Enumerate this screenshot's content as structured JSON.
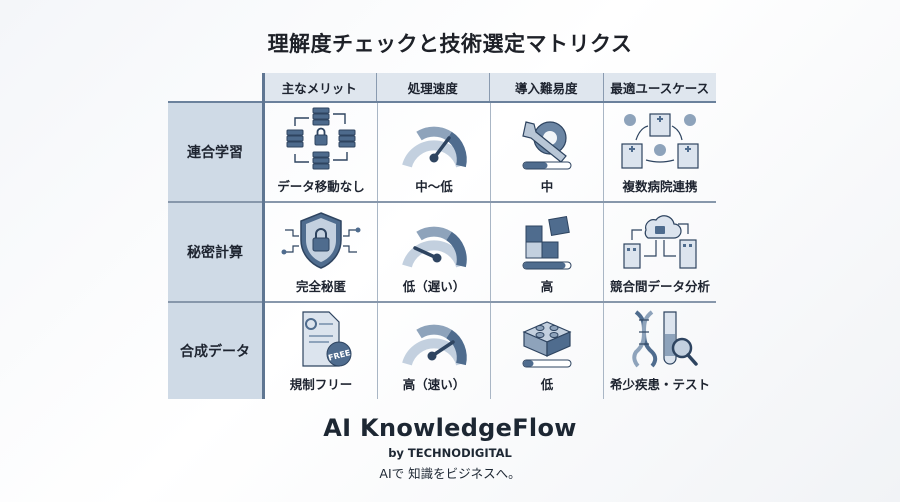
{
  "title": "理解度チェックと技術選定マトリクス",
  "columns": [
    "主なメリット",
    "処理速度",
    "導入難易度",
    "最適ユースケース"
  ],
  "rows": [
    {
      "label": "連合学習",
      "merit": {
        "icon": "server-sync-lock-icon",
        "text": "データ移動なし"
      },
      "speed": {
        "icon": "gauge-icon",
        "text": "中〜低",
        "needle_angle": 55
      },
      "difficulty": {
        "icon": "wrench-gear-icon",
        "text": "中",
        "level": 2.5,
        "max": 5
      },
      "usecase": {
        "icon": "hospitals-network-icon",
        "text": "複数病院連携"
      }
    },
    {
      "label": "秘密計算",
      "merit": {
        "icon": "shield-lock-icon",
        "text": "完全秘匿"
      },
      "speed": {
        "icon": "gauge-icon",
        "text": "低（遅い）",
        "needle_angle": -60
      },
      "difficulty": {
        "icon": "puzzle-icon",
        "text": "高",
        "level": 4.5,
        "max": 5
      },
      "usecase": {
        "icon": "cloud-buildings-icon",
        "text": "競合間データ分析"
      }
    },
    {
      "label": "合成データ",
      "merit": {
        "icon": "free-document-icon",
        "text": "規制フリー"
      },
      "speed": {
        "icon": "gauge-icon",
        "text": "高（速い）",
        "needle_angle": 50
      },
      "difficulty": {
        "icon": "block-brick-icon",
        "text": "低",
        "level": 1,
        "max": 5
      },
      "usecase": {
        "icon": "dna-testtube-icon",
        "text": "希少疾患・テスト"
      }
    }
  ],
  "brand": {
    "name": "AI KnowledgeFlow",
    "by": "by TECHNODIGITAL",
    "tagline": "AIで 知識をビジネスへ。"
  },
  "colors": {
    "accent": "#3f5a7a",
    "light": "#c9d6e4",
    "header_bg": "#dfe6ee",
    "row_label_bg": "#cfdae6"
  }
}
